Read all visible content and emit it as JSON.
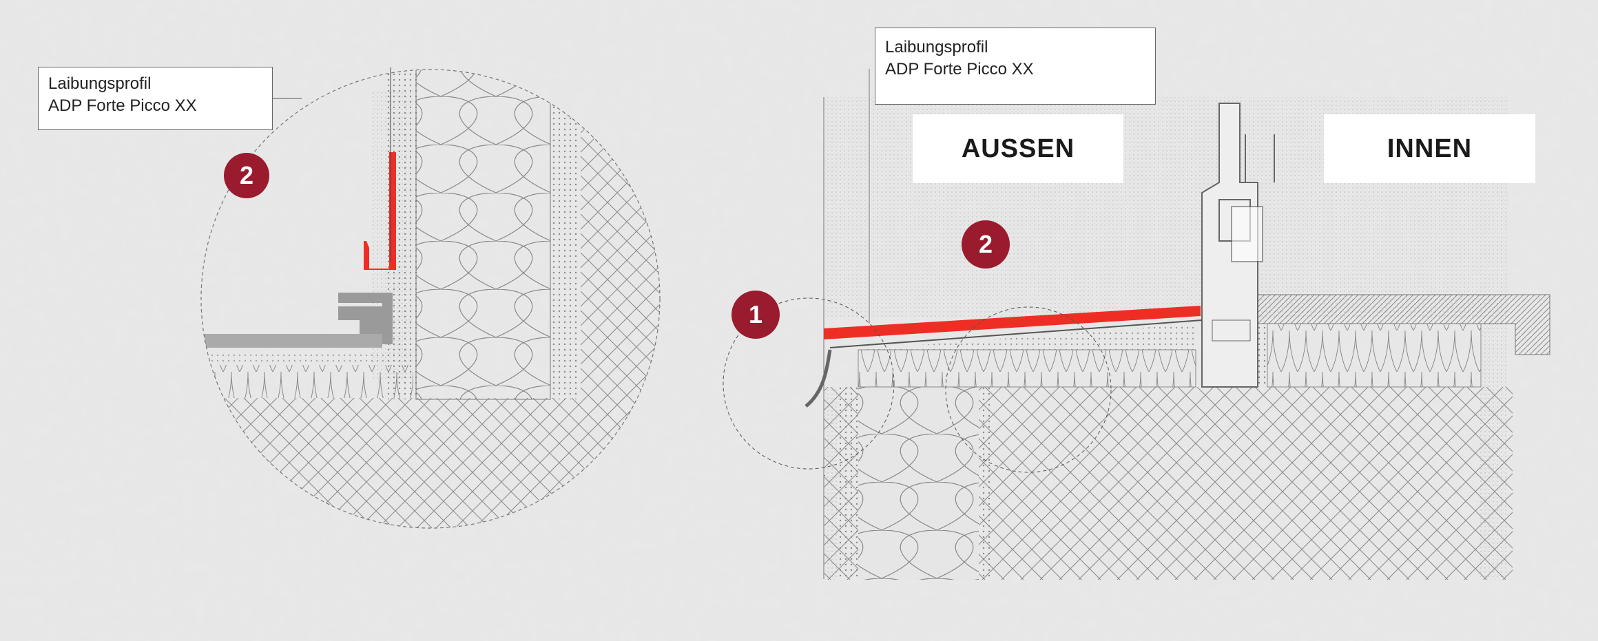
{
  "colors": {
    "accent_red": "#ee2e24",
    "badge": "#9b1b2e",
    "background": "#e6e6e6",
    "line": "#555555"
  },
  "detail_left": {
    "label_line1": "Laibungsprofil",
    "label_line2": "ADP Forte Picco XX",
    "badge": "2"
  },
  "detail_right": {
    "label_line1": "Laibungsprofil",
    "label_line2": "ADP Forte Picco XX",
    "zone_outside": "AUSSEN",
    "zone_inside": "INNEN",
    "badge_1": "1",
    "badge_2": "2"
  }
}
